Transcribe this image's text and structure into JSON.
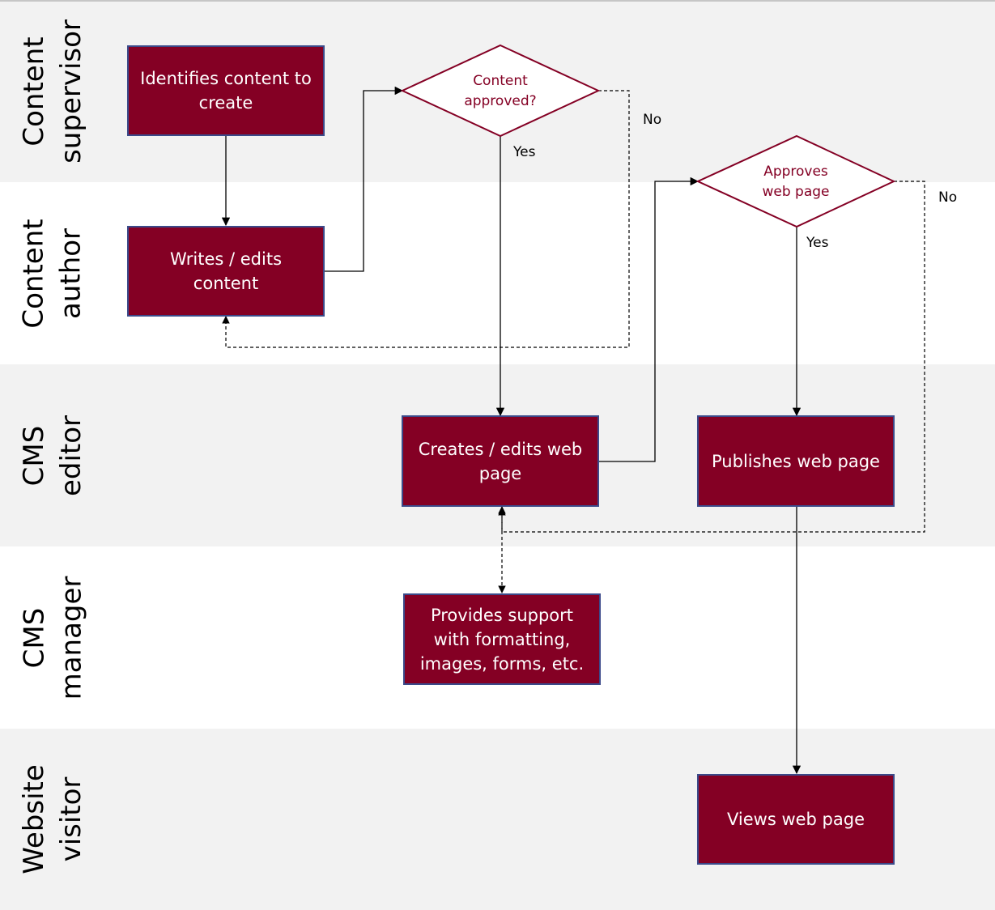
{
  "lanes": [
    {
      "label": "Content\nsupervisor"
    },
    {
      "label": "Content\nauthor"
    },
    {
      "label": "CMS\neditor"
    },
    {
      "label": "CMS\nmanager"
    },
    {
      "label": "Website\nvisitor"
    }
  ],
  "process_steps": {
    "identify": "Identifies content to create",
    "write": "Writes / edits content",
    "create_page": "Creates / edits web page",
    "publish": "Publishes web page",
    "support": "Provides support with formatting, images, forms, etc.",
    "view": "Views web page"
  },
  "decisions": {
    "content_approved": "Content\napproved?",
    "approves_page": "Approves\nweb page"
  },
  "edge_labels": {
    "yes_1": "Yes",
    "no_1": "No",
    "yes_2": "Yes",
    "no_2": "No"
  },
  "colors": {
    "box_fill": "#840024",
    "box_border": "#3b4a8a",
    "lane_shaded": "#f2f2f2"
  }
}
